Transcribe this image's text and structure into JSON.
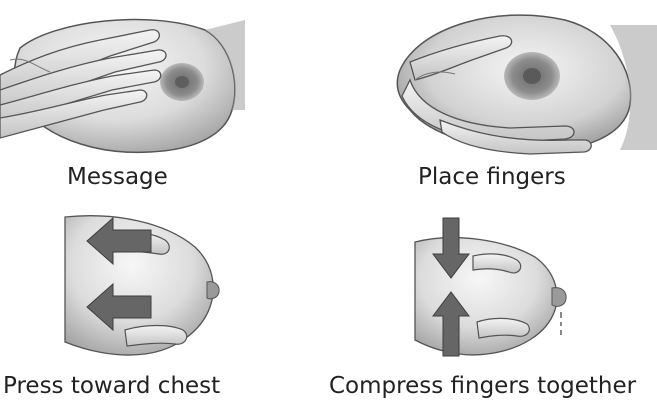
{
  "steps": [
    {
      "caption": "Message"
    },
    {
      "caption": "Place fingers"
    },
    {
      "caption": "Press toward chest"
    },
    {
      "caption": "Compress fingers together"
    }
  ],
  "icons": {
    "step1": "hand-flat-on-breast-illustration",
    "step2": "c-hold-hand-illustration",
    "step3": "press-arrows-illustration",
    "step4": "compress-arrows-illustration"
  },
  "colors": {
    "arrow": "#666666",
    "skin_light": "#eeeeee",
    "skin_mid": "#cfcfcf",
    "skin_dark": "#8f8f8f",
    "outline": "#555555"
  }
}
